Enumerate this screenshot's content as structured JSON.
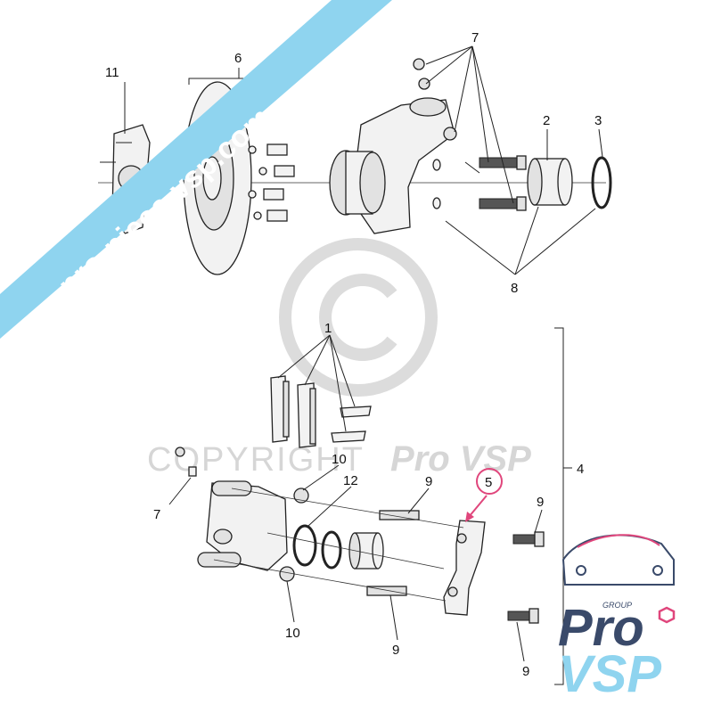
{
  "banner": {
    "text": "pro-piece-vsp.com",
    "color": "#8fd4ef"
  },
  "watermark": {
    "line1": "COPYRIGHT",
    "line2": "Pro VSP"
  },
  "logo": {
    "group": "GROUP",
    "pro": "Pro",
    "vsp": "VSP",
    "accent": "#e0467c"
  },
  "callouts": {
    "c1": "1",
    "c2": "2",
    "c3": "3",
    "c4": "4",
    "c5": "5",
    "c6": "6",
    "c7_top": "7",
    "c7_bottom": "7",
    "c8": "8",
    "c9_a": "9",
    "c9_b": "9",
    "c9_c": "9",
    "c9_d": "9",
    "c10_a": "10",
    "c10_b": "10",
    "c11": "11",
    "c12": "12"
  },
  "highlight_color": "#e0467c"
}
